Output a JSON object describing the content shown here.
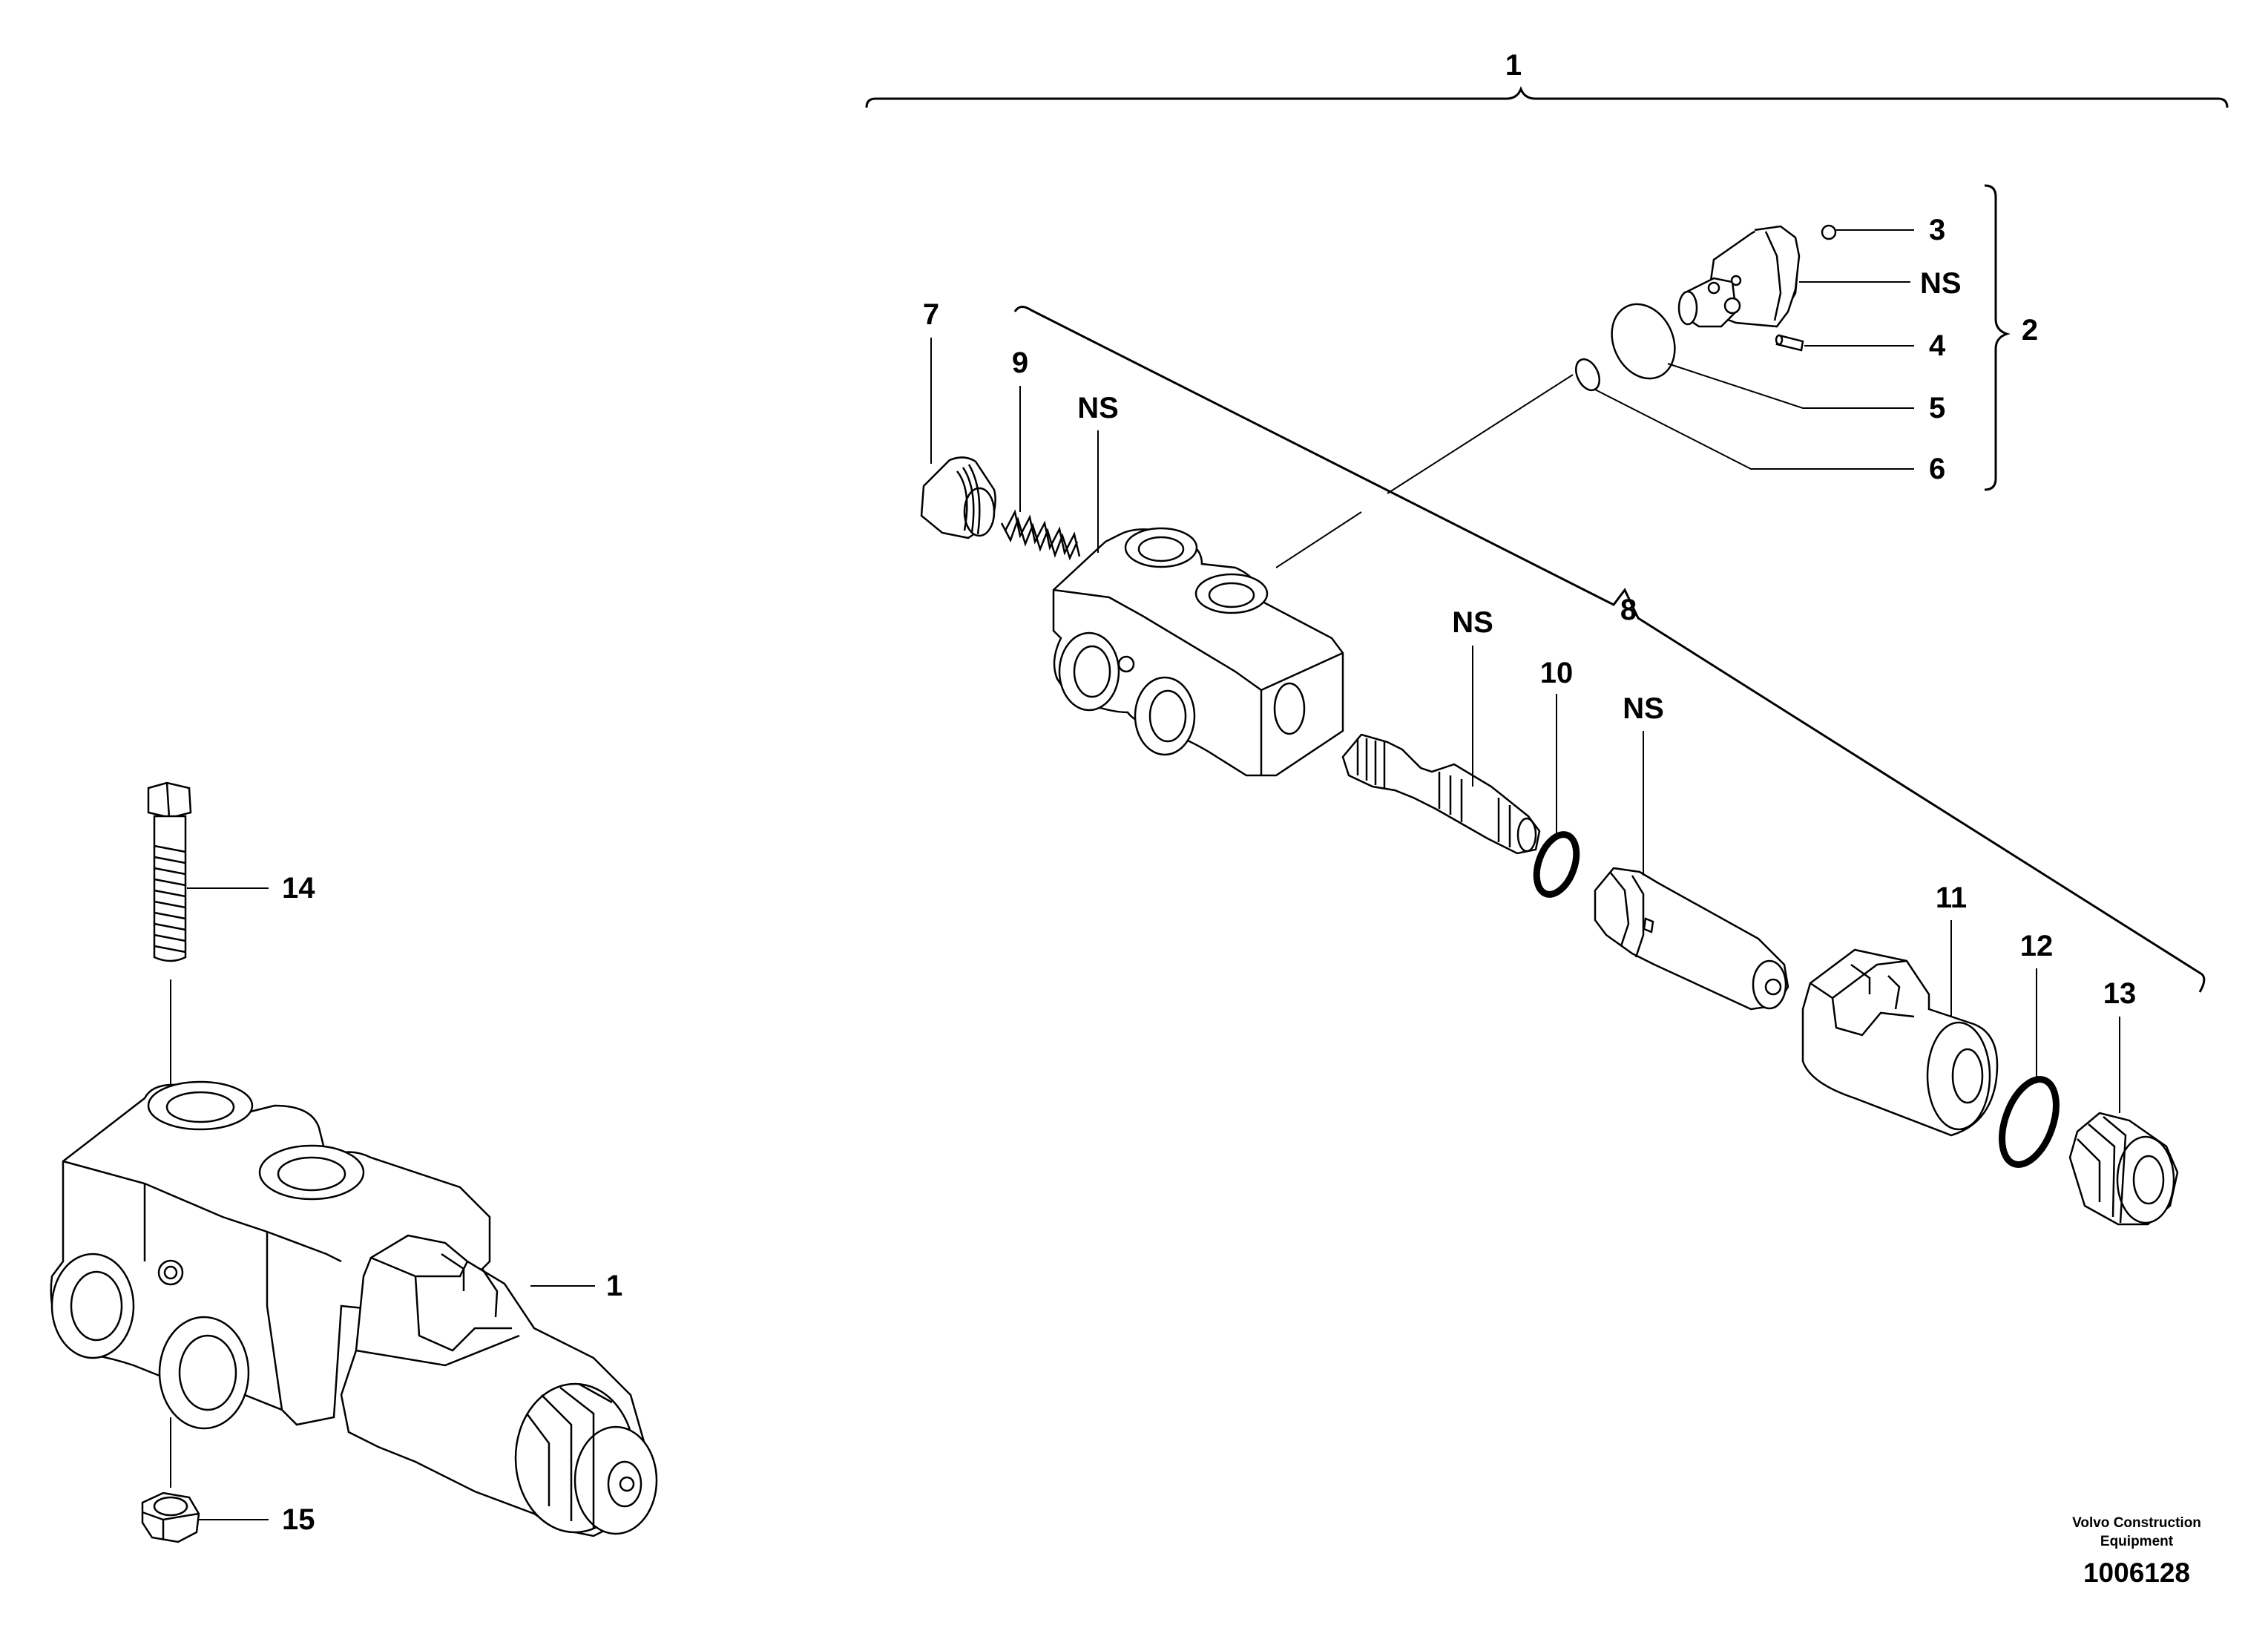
{
  "callouts": {
    "assembly_1_top": "1",
    "kit_2": "2",
    "item_3": "3",
    "ns_plug": "NS",
    "item_4": "4",
    "item_5": "5",
    "item_6": "6",
    "item_7": "7",
    "item_9": "9",
    "ns_body": "NS",
    "item_8": "8",
    "ns_spool": "NS",
    "item_10": "10",
    "ns_tube": "NS",
    "item_11": "11",
    "item_12": "12",
    "item_13": "13",
    "item_14": "14",
    "assembly_1_side": "1",
    "item_15": "15"
  },
  "footer": {
    "credit_line_1": "Volvo Construction",
    "credit_line_2": "Equipment",
    "document_number": "1006128"
  }
}
